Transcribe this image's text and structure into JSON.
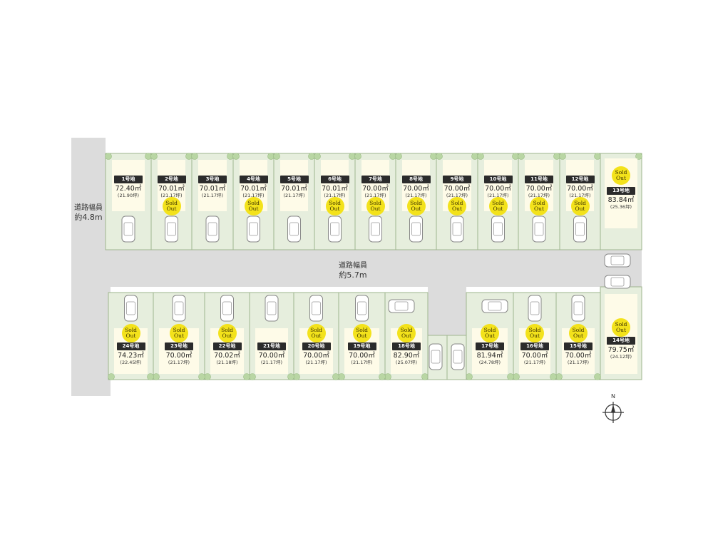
{
  "roads": {
    "west": {
      "label": "道路幅員",
      "width": "約4.8m"
    },
    "main": {
      "label": "道路幅員",
      "width": "約5.7m"
    }
  },
  "sold_badge": {
    "line1": "Sold",
    "line2": "Out"
  },
  "compass": {
    "label": "N"
  },
  "colors": {
    "lot_fill": "#e6eedd",
    "lot_border": "#9fb58e",
    "road": "#dcdcdc",
    "inner": "#fefbe8",
    "badge": "#f3e21b"
  },
  "lots": [
    {
      "no": "1号地",
      "area": "72.40㎡",
      "tsubo": "(21.90坪)",
      "sold": false
    },
    {
      "no": "2号地",
      "area": "70.01㎡",
      "tsubo": "(21.17坪)",
      "sold": true
    },
    {
      "no": "3号地",
      "area": "70.01㎡",
      "tsubo": "(21.17坪)",
      "sold": false
    },
    {
      "no": "4号地",
      "area": "70.01㎡",
      "tsubo": "(21.17坪)",
      "sold": true
    },
    {
      "no": "5号地",
      "area": "70.01㎡",
      "tsubo": "(21.17坪)",
      "sold": false
    },
    {
      "no": "6号地",
      "area": "70.01㎡",
      "tsubo": "(21.17坪)",
      "sold": true
    },
    {
      "no": "7号地",
      "area": "70.00㎡",
      "tsubo": "(21.17坪)",
      "sold": true
    },
    {
      "no": "8号地",
      "area": "70.00㎡",
      "tsubo": "(21.17坪)",
      "sold": true
    },
    {
      "no": "9号地",
      "area": "70.00㎡",
      "tsubo": "(21.17坪)",
      "sold": true
    },
    {
      "no": "10号地",
      "area": "70.00㎡",
      "tsubo": "(21.17坪)",
      "sold": true
    },
    {
      "no": "11号地",
      "area": "70.00㎡",
      "tsubo": "(21.17坪)",
      "sold": true
    },
    {
      "no": "12号地",
      "area": "70.00㎡",
      "tsubo": "(21.17坪)",
      "sold": true
    },
    {
      "no": "13号地",
      "area": "83.84㎡",
      "tsubo": "(25.36坪)",
      "sold": true
    },
    {
      "no": "14号地",
      "area": "79.75㎡",
      "tsubo": "(24.12坪)",
      "sold": true
    },
    {
      "no": "15号地",
      "area": "70.00㎡",
      "tsubo": "(21.17坪)",
      "sold": true
    },
    {
      "no": "16号地",
      "area": "70.00㎡",
      "tsubo": "(21.17坪)",
      "sold": true
    },
    {
      "no": "17号地",
      "area": "81.94㎡",
      "tsubo": "(24.78坪)",
      "sold": true
    },
    {
      "no": "18号地",
      "area": "82.90㎡",
      "tsubo": "(25.07坪)",
      "sold": true
    },
    {
      "no": "19号地",
      "area": "70.00㎡",
      "tsubo": "(21.17坪)",
      "sold": true
    },
    {
      "no": "20号地",
      "area": "70.00㎡",
      "tsubo": "(21.17坪)",
      "sold": true
    },
    {
      "no": "21号地",
      "area": "70.00㎡",
      "tsubo": "(21.17坪)",
      "sold": false
    },
    {
      "no": "22号地",
      "area": "70.02㎡",
      "tsubo": "(21.18坪)",
      "sold": true
    },
    {
      "no": "23号地",
      "area": "70.00㎡",
      "tsubo": "(21.17坪)",
      "sold": true
    },
    {
      "no": "24号地",
      "area": "74.23㎡",
      "tsubo": "(22.45坪)",
      "sold": true
    }
  ]
}
